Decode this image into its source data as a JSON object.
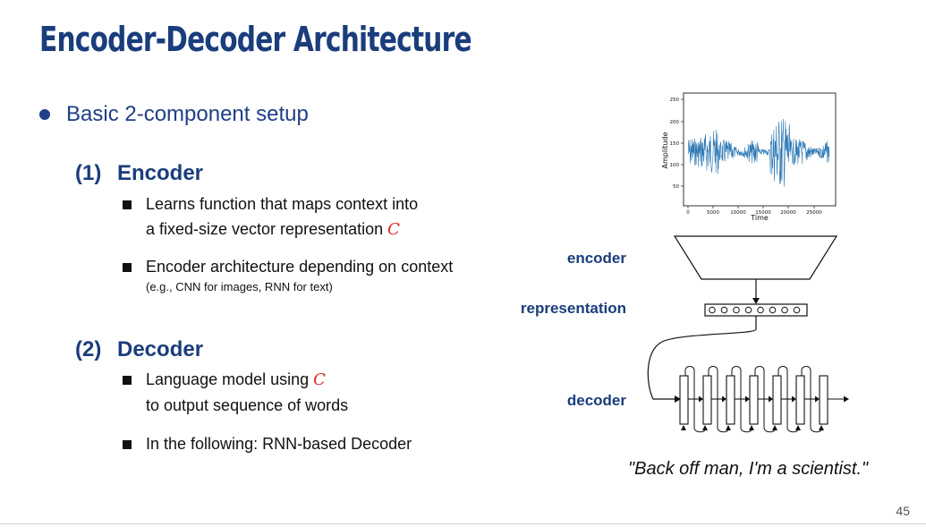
{
  "slide": {
    "title": "Encoder-Decoder Architecture",
    "bullet": "Basic 2-component setup",
    "sections": [
      {
        "num": "(1)",
        "label": "Encoder",
        "items": [
          {
            "line1": "Learns function that maps context into",
            "line2": "a fixed-size vector representation",
            "symbol": "C"
          },
          {
            "line1": "Encoder architecture depending on context",
            "small": "(e.g., CNN for images, RNN for text)"
          }
        ]
      },
      {
        "num": "(2)",
        "label": "Decoder",
        "items": [
          {
            "line1": "Language model using",
            "symbol": "C",
            "line2": "to output sequence of words"
          },
          {
            "line1": "In the following: RNN-based Decoder"
          }
        ]
      }
    ],
    "page_number": "45"
  },
  "diagram": {
    "encoder_label": "encoder",
    "representation_label": "representation",
    "decoder_label": "decoder",
    "quote": "\"Back off man, I'm a scientist.\"",
    "accent_color": "#1a3d7c",
    "waveform": {
      "ylabel": "Amplitude",
      "xlabel": "Time",
      "yticks": [
        "250",
        "200",
        "150",
        "100",
        "50"
      ],
      "xticks": [
        "0",
        "5000",
        "10000",
        "15000",
        "20000",
        "25000"
      ],
      "line_color": "#2a77b4"
    }
  }
}
